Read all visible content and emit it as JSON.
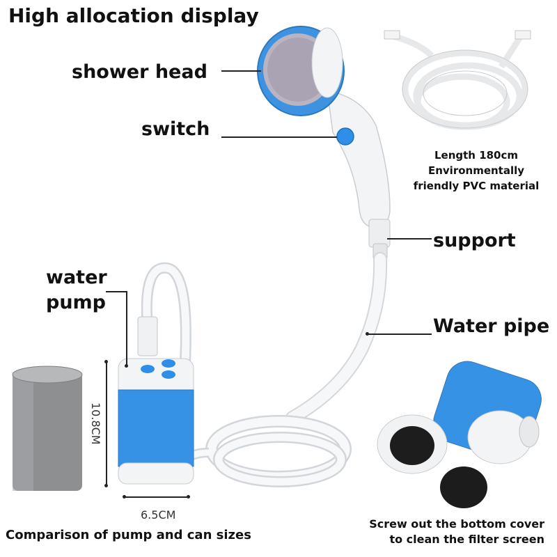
{
  "title": "High allocation display",
  "labels": {
    "shower_head": "shower head",
    "switch": "switch",
    "support": "support",
    "water_pipe": "Water pipe",
    "water_pump_line1": "water",
    "water_pump_line2": "pump"
  },
  "hose_info": {
    "line1": "Length 180cm",
    "line2": "Environmentally",
    "line3": "friendly PVC material"
  },
  "dimensions": {
    "height": "10.8CM",
    "width": "6.5CM"
  },
  "captions": {
    "comparison": "Comparison of pump and can sizes",
    "filter_line1": "Screw out the bottom cover",
    "filter_line2": "to clean the filter screen"
  },
  "colors": {
    "blue": "#2f8fe8",
    "white_plastic": "#f2f4f6",
    "can_gray": "#8a8c8e"
  }
}
